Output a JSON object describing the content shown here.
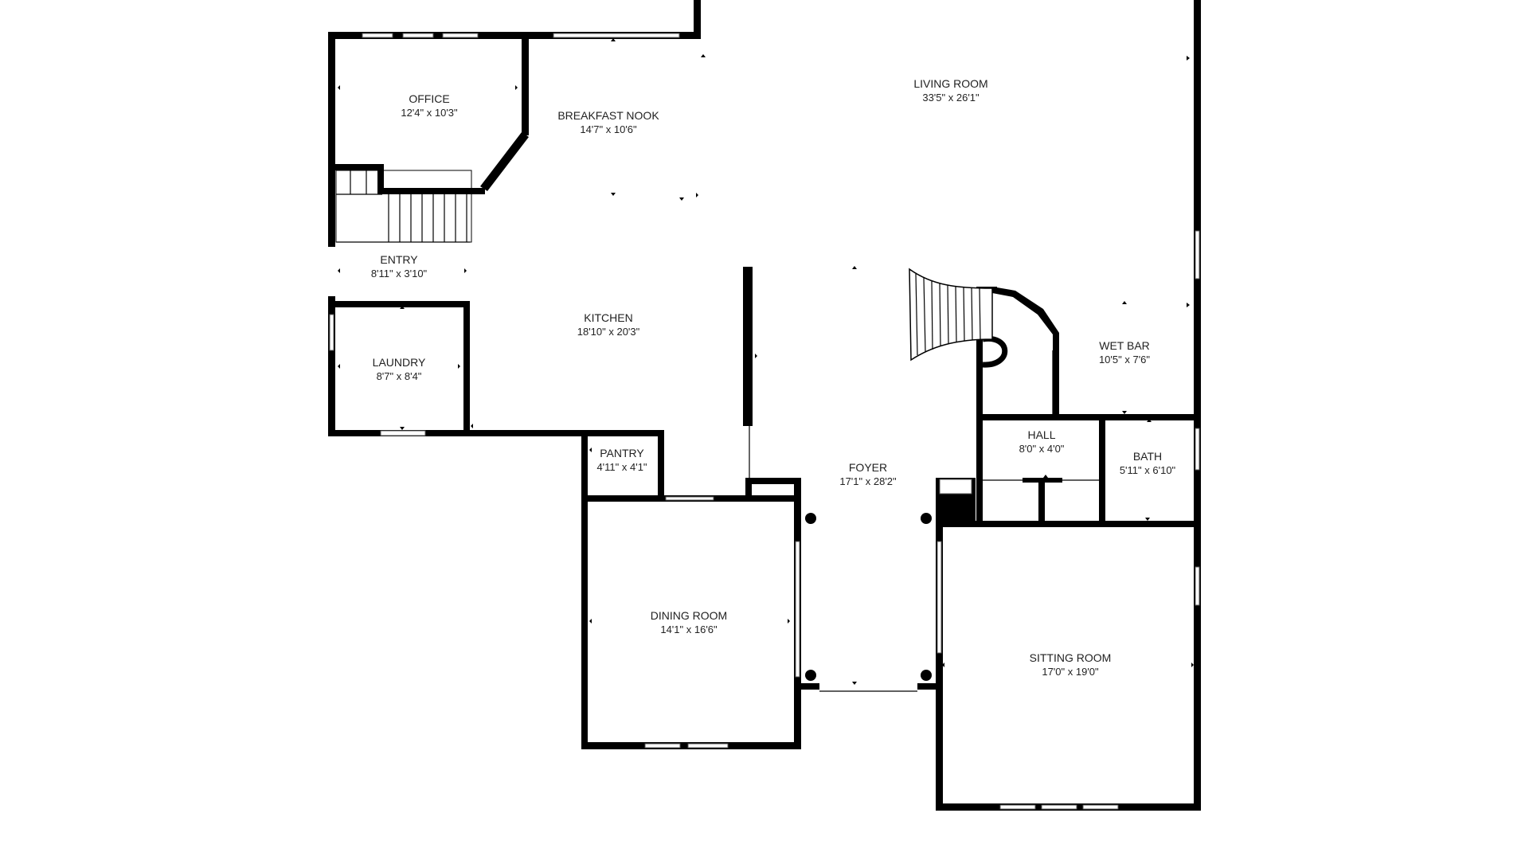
{
  "plan": {
    "wall_color": "#000000",
    "background_color": "#ffffff",
    "rooms": [
      {
        "id": "office",
        "name": "OFFICE",
        "dim": "12'4\" x 10'3\""
      },
      {
        "id": "breakfast-nook",
        "name": "BREAKFAST NOOK",
        "dim": "14'7\" x 10'6\""
      },
      {
        "id": "living-room",
        "name": "LIVING ROOM",
        "dim": "33'5\" x 26'1\""
      },
      {
        "id": "entry",
        "name": "ENTRY",
        "dim": "8'11\" x 3'10\""
      },
      {
        "id": "kitchen",
        "name": "KITCHEN",
        "dim": "18'10\" x 20'3\""
      },
      {
        "id": "laundry",
        "name": "LAUNDRY",
        "dim": "8'7\" x 8'4\""
      },
      {
        "id": "wet-bar",
        "name": "WET BAR",
        "dim": "10'5\" x 7'6\""
      },
      {
        "id": "hall",
        "name": "HALL",
        "dim": "8'0\" x 4'0\""
      },
      {
        "id": "pantry",
        "name": "PANTRY",
        "dim": "4'11\" x 4'1\""
      },
      {
        "id": "foyer",
        "name": "FOYER",
        "dim": "17'1\" x 28'2\""
      },
      {
        "id": "bath",
        "name": "BATH",
        "dim": "5'11\" x 6'10\""
      },
      {
        "id": "dining-room",
        "name": "DINING ROOM",
        "dim": "14'1\" x 16'6\""
      },
      {
        "id": "sitting-room",
        "name": "SITTING ROOM",
        "dim": "17'0\" x 19'0\""
      }
    ]
  }
}
